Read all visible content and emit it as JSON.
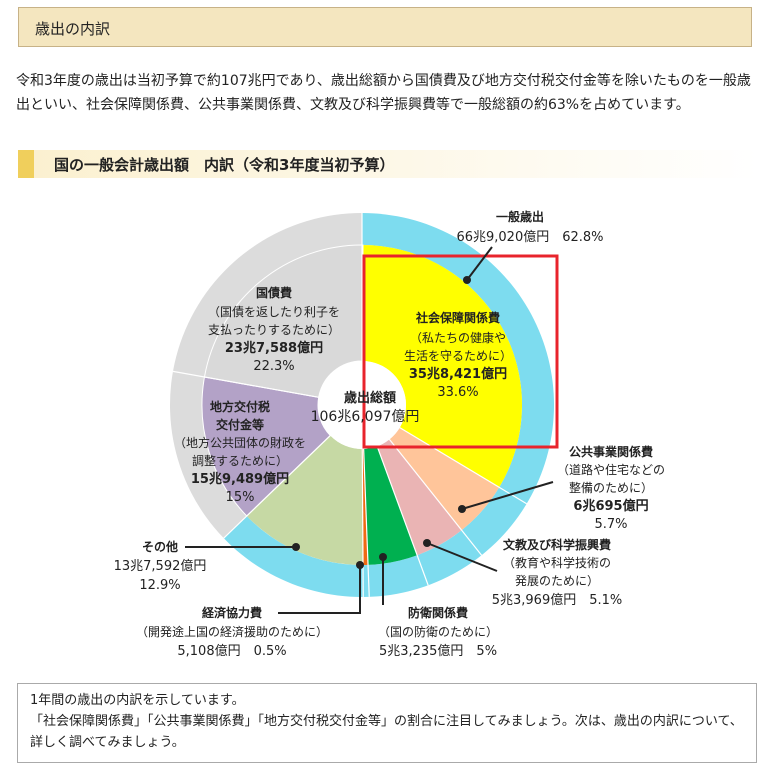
{
  "header": {
    "title": "歳出の内訳"
  },
  "intro": {
    "text": "令和3年度の歳出は当初予算で約107兆円であり、歳出総額から国債費及び地方交付税交付金等を除いたものを一般歳出といい、社会保障関係費、公共事業関係費、文教及び科学振興費等で一般総額の約63%を占めています。"
  },
  "section": {
    "title": "国の一般会計歳出額　内訳（令和3年度当初予算）"
  },
  "note": {
    "line1": "1年間の歳出の内訳を示しています。",
    "line2": "「社会保障関係費」「公共事業関係費」「地方交付税交付金等」の割合に注目してみましょう。次は、歳出の内訳について、詳しく調べてみましょう。"
  },
  "colors": {
    "accent_red": "#e8242c",
    "outer_ring": "#7ddcef",
    "outer_ring_gray": "#dcdcdc"
  },
  "chart_data": {
    "type": "pie",
    "center": {
      "title": "歳出総額",
      "value": "106兆6,097億円"
    },
    "outer_ring": [
      {
        "name": "一般歳出",
        "amount": "66兆9,020億円",
        "percent": 62.8,
        "color": "#7ddcef"
      }
    ],
    "slices": [
      {
        "name": "社会保障関係費",
        "desc1": "（私たちの健康や",
        "desc2": "生活を守るために）",
        "amount": "35兆8,421億円",
        "percent": 33.6,
        "color": "#ffff00"
      },
      {
        "name": "公共事業関係費",
        "desc1": "（道路や住宅などの",
        "desc2": "整備のために）",
        "amount": "6兆695億円",
        "percent": 5.7,
        "color": "#ffc59a"
      },
      {
        "name": "文教及び科学振興費",
        "desc1": "（教育や科学技術の",
        "desc2": "発展のために）",
        "amount": "5兆3,969億円",
        "percent": 5.1,
        "color": "#eab4b4"
      },
      {
        "name": "防衛関係費",
        "desc1": "（国の防衛のために）",
        "amount": "5兆3,235億円",
        "percent": 5.0,
        "color": "#00b050"
      },
      {
        "name": "経済協力費",
        "desc1": "（開発途上国の経済援助のために）",
        "amount": "5,108億円",
        "percent": 0.5,
        "color": "#ef6a14"
      },
      {
        "name": "その他",
        "amount": "13兆7,592億円",
        "percent": 12.9,
        "color": "#c6d9a4"
      },
      {
        "name": "地方交付税",
        "name2": "交付金等",
        "desc1": "（地方公共団体の財政を",
        "desc2": "調整するために）",
        "amount": "15兆9,489億円",
        "percent": 15.0,
        "color": "#b3a2c7"
      },
      {
        "name": "国債費",
        "desc1": "（国債を返したり利子を",
        "desc2": "支払ったりするために）",
        "amount": "23兆7,588億円",
        "percent": 22.3,
        "color": "#d9d9d9"
      }
    ]
  }
}
